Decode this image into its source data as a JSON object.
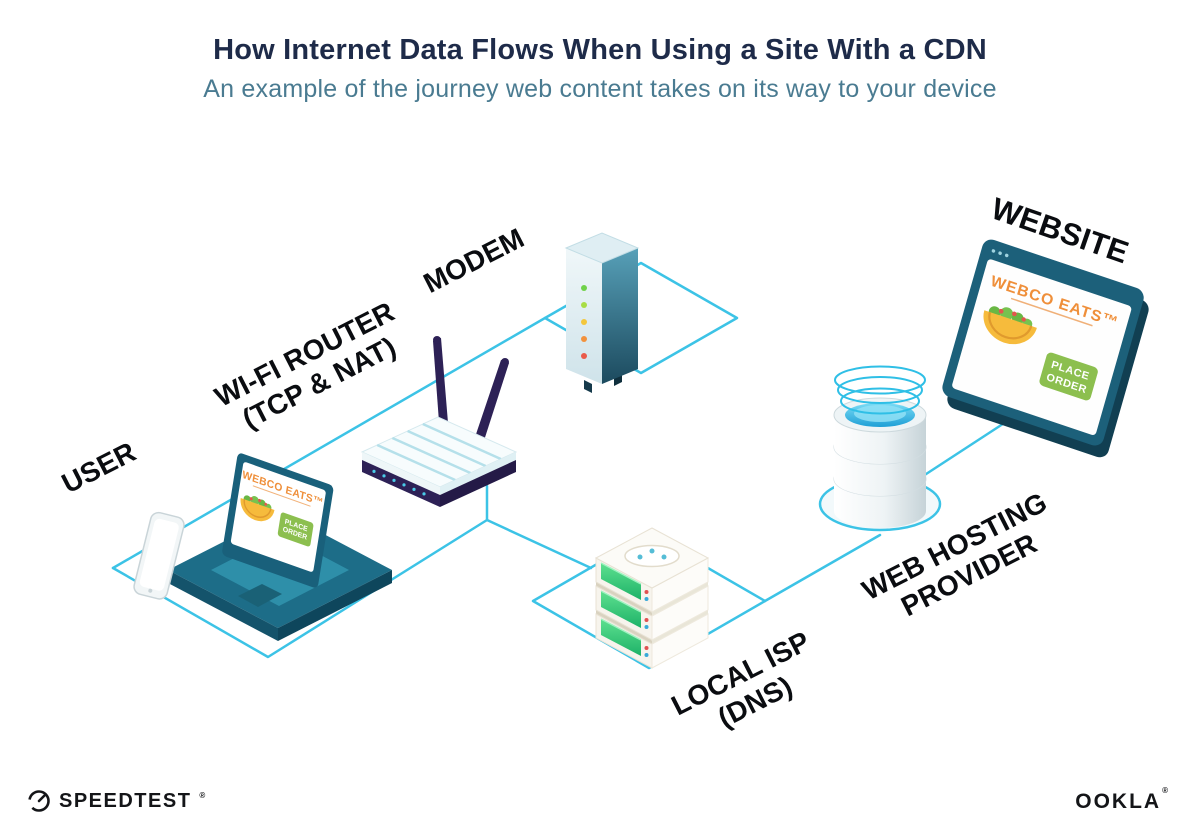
{
  "header": {
    "title": "How Internet Data Flows When Using a Site With a CDN",
    "subtitle": "An example of the journey web content takes on its way to your device"
  },
  "diagram": {
    "user": {
      "label": "USER"
    },
    "wifi_router": {
      "label_line1": "WI-FI ROUTER",
      "label_line2": "(TCP & NAT)"
    },
    "modem": {
      "label": "MODEM"
    },
    "local_isp": {
      "label_line1": "LOCAL ISP",
      "label_line2": "(DNS)"
    },
    "web_hosting": {
      "label_line1": "WEB HOSTING",
      "label_line2": "PROVIDER"
    },
    "website": {
      "label": "WEBSITE",
      "screen": {
        "brand": "WEBCO EATS™",
        "button_line1": "PLACE",
        "button_line2": "ORDER"
      }
    },
    "laptop_screen": {
      "brand": "WEBCO EATS™",
      "button_line1": "PLACE",
      "button_line2": "ORDER"
    }
  },
  "footer": {
    "speedtest_wordmark": "SPEEDTEST",
    "speedtest_reg": "®",
    "ookla_wordmark": "OOKLA",
    "ookla_reg": "®"
  },
  "icons": {
    "speedtest_logo": "speedometer-gauge-circle-with-needle",
    "ookla_logo": "ookla-wordmark"
  },
  "colors": {
    "line_cyan": "#3cc3e6",
    "teal_dark": "#1a617c",
    "brand_orange": "#ef8f3a",
    "button_green": "#8cbf4f",
    "router_indigo": "#2d2156",
    "led_green": "#6fd24a",
    "led_yellow": "#f3c73c",
    "led_red": "#ea5a4a",
    "server_green": "#2dc478",
    "title_navy": "#1e2b49",
    "subtitle_teal": "#4a7b91"
  }
}
